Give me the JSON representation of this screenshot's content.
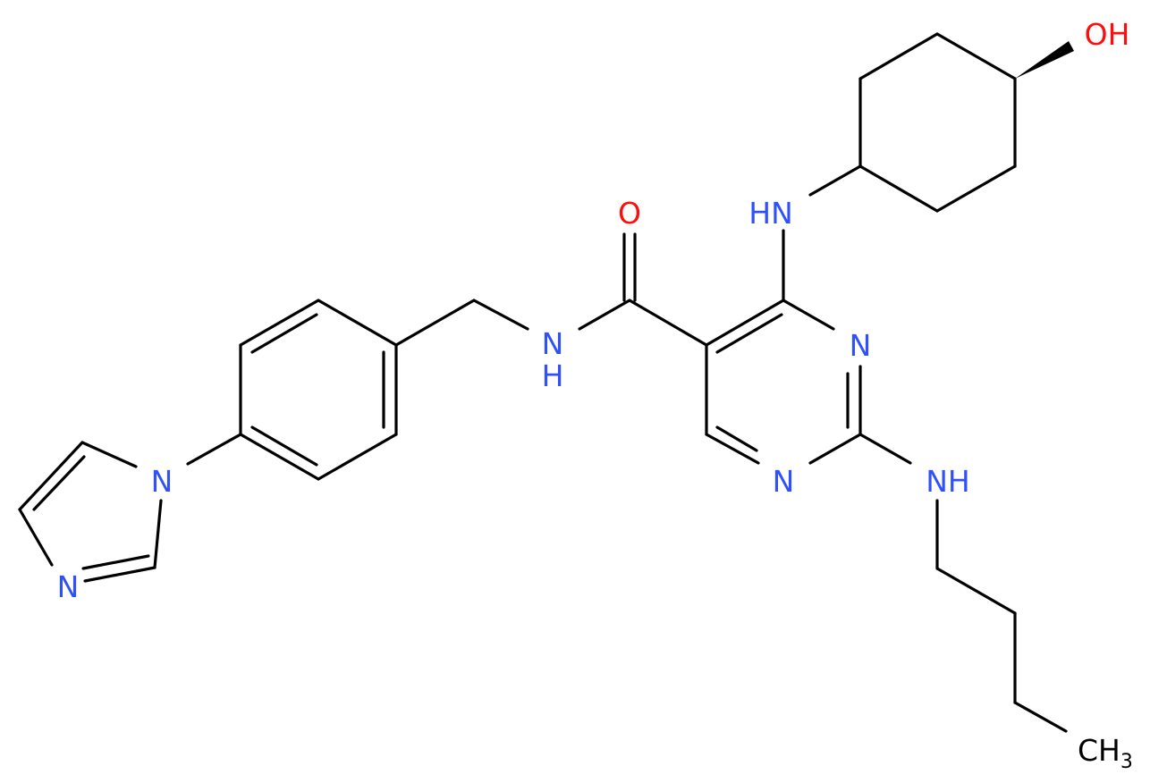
{
  "colors": {
    "bond": "#000000",
    "nitrogen": "#3050F8",
    "oxygen": "#FF0D0D",
    "background": "#FFFFFF"
  },
  "labels": {
    "hydroxyl": "OH",
    "amino_cyclohexyl": "HN",
    "carbonyl_oxygen": "O",
    "amide_n": "N",
    "amide_h": "H",
    "pyrimidine_n1": "N",
    "pyrimidine_n3": "N",
    "butylamino": "NH",
    "imidazole_n1": "N",
    "imidazole_n3": "N",
    "methyl": "CH",
    "methyl_subscript": "3"
  }
}
